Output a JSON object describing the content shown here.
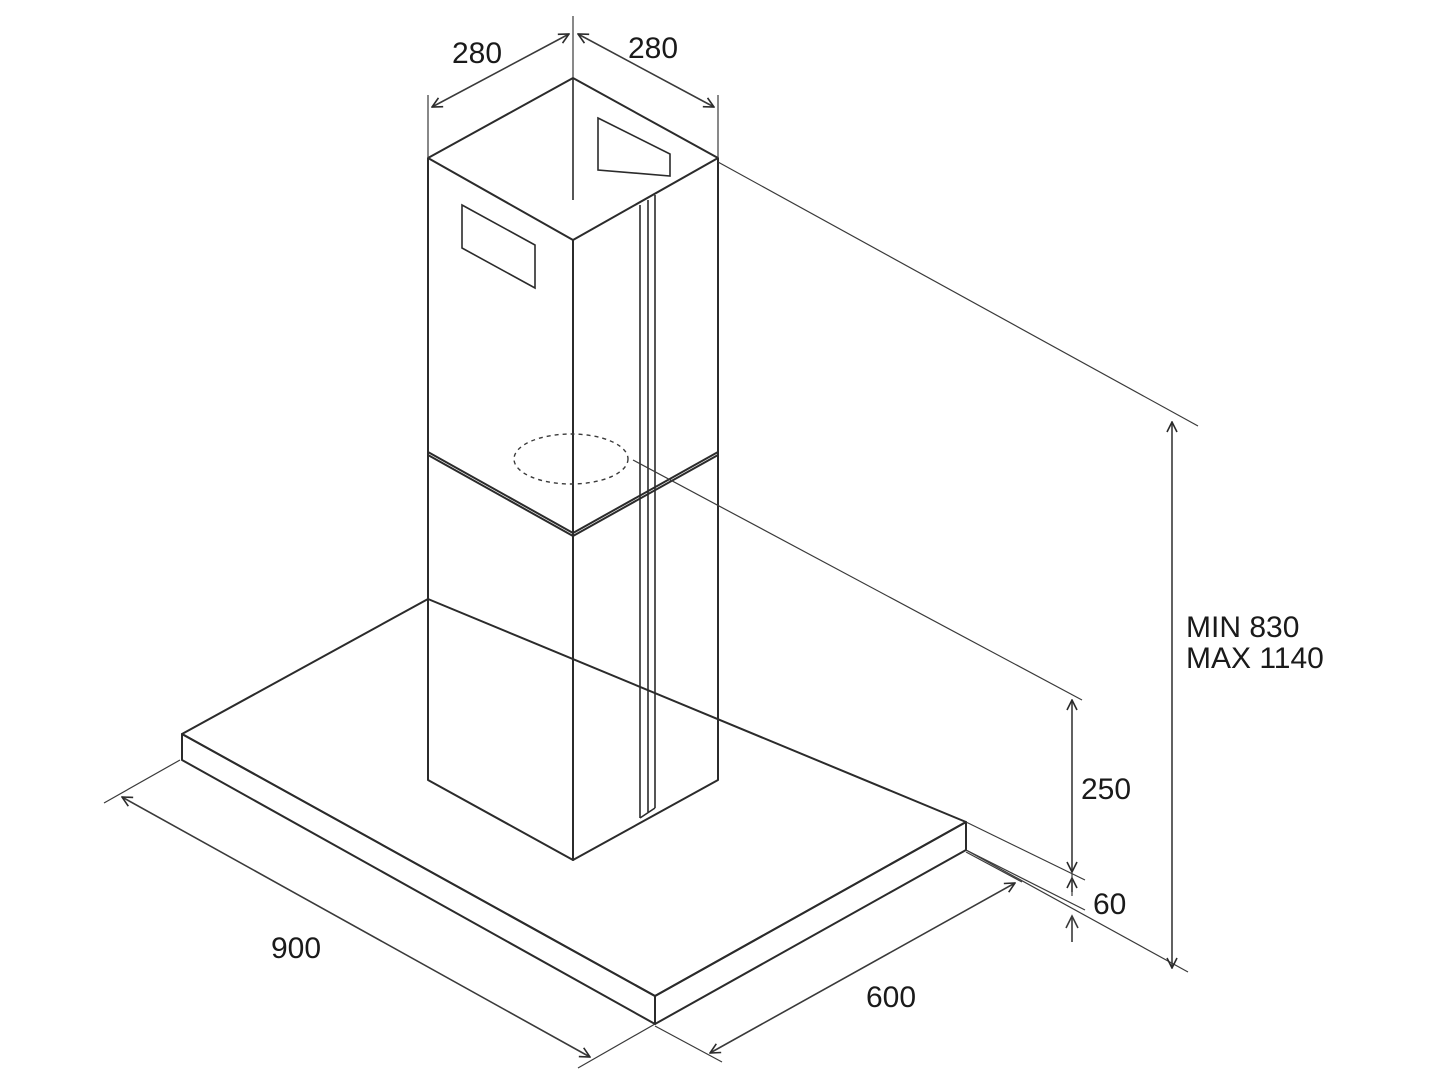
{
  "diagram": {
    "dimensions": {
      "chimney_width_left": "280",
      "chimney_width_right": "280",
      "height_min": "MIN 830",
      "height_max": "MAX 1140",
      "lower_chimney_height": "250",
      "canopy_thickness": "60",
      "canopy_width": "900",
      "canopy_depth": "600"
    }
  }
}
